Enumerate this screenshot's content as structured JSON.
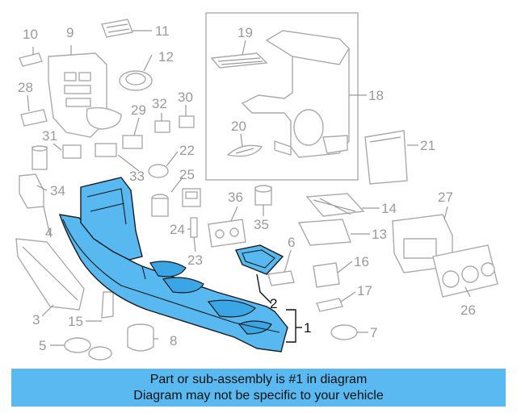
{
  "callouts": [
    "10",
    "9",
    "11",
    "12",
    "28",
    "29",
    "32",
    "30",
    "31",
    "22",
    "33",
    "25",
    "34",
    "4",
    "3",
    "15",
    "5",
    "8",
    "24",
    "23",
    "36",
    "35",
    "6",
    "2",
    "1",
    "7",
    "17",
    "16",
    "13",
    "14",
    "27",
    "26",
    "19",
    "18",
    "20",
    "21"
  ],
  "banner": {
    "line1": "Part or sub-assembly is #1 in diagram",
    "line2": "Diagram may not be specific to your vehicle"
  },
  "colors": {
    "highlight": "#58b8f0",
    "banner": "#5ab9f0",
    "label": "#9a9a9a"
  }
}
